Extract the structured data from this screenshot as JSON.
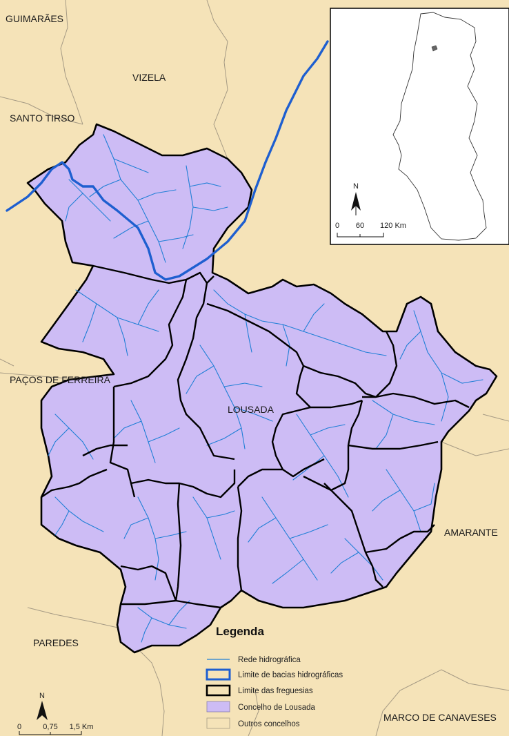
{
  "map": {
    "places": {
      "guimaraes": "GUIMARÃES",
      "vizela": "VIZELA",
      "santo_tirso": "SANTO TIRSO",
      "pacos_de_ferreira": "PAÇOS DE FERREIRA",
      "lousada": "LOUSADA",
      "amarante": "AMARANTE",
      "paredes": "PAREDES",
      "marco_de_canaveses": "MARCO DE CANAVESES"
    },
    "colors": {
      "other_municipalities": "#f5e3b8",
      "lousada": "#cdbcf5",
      "river_network": "#1f7fd6",
      "basin_limit": "#1e5fd0",
      "parish_limit": "#000000",
      "municipal_border": "#a59a84"
    }
  },
  "legend": {
    "title": "Legenda",
    "items": [
      {
        "label": "Rede hidrográfica",
        "symbol": "thin-blue-line"
      },
      {
        "label": "Limite de bacias hidrográficas",
        "symbol": "thick-blue-outline"
      },
      {
        "label": "Limite das freguesias",
        "symbol": "thick-black-outline"
      },
      {
        "label": "Concelho de Lousada",
        "symbol": "purple-fill"
      },
      {
        "label": "Outros concelhos",
        "symbol": "beige-fill"
      }
    ]
  },
  "scale_bar": {
    "north": "N",
    "ticks": [
      "0",
      "0,75",
      "1,5 Km"
    ]
  },
  "inset": {
    "north": "N",
    "ticks": [
      "0",
      "60",
      "120 Km"
    ]
  }
}
